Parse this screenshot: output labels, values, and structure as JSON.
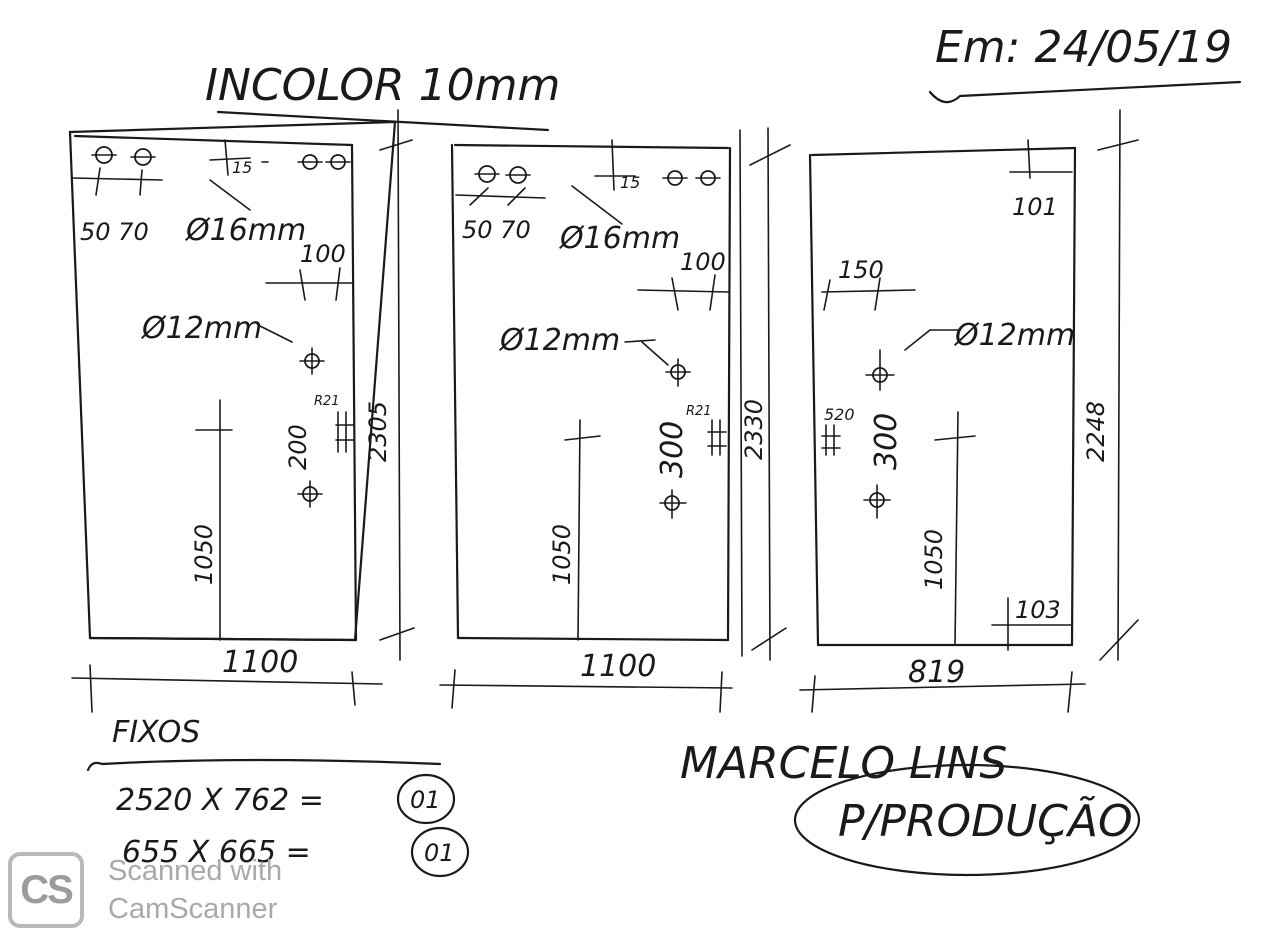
{
  "header": {
    "title": "INCOLOR 10mm",
    "date": "Em: 24/05/19"
  },
  "panels": [
    {
      "id": "left",
      "holes_large": "Ø16mm",
      "holes_small": "Ø12mm",
      "top_offsets": "50 70",
      "top_gap": "15",
      "side_offset": "100",
      "radius": "R21",
      "hole_spacing": "200",
      "handle_height": "1050",
      "height": "2305",
      "width": "1100"
    },
    {
      "id": "middle",
      "holes_large": "Ø16mm",
      "holes_small": "Ø12mm",
      "top_offsets": "50 70",
      "top_gap": "15",
      "side_offset": "100",
      "radius": "R21",
      "hole_spacing": "300",
      "handle_height": "1050",
      "height": "2330",
      "width": "1100"
    },
    {
      "id": "right",
      "holes_small": "Ø12mm",
      "top_offset": "101",
      "side_offset": "150",
      "radius": "520",
      "hole_spacing": "300",
      "handle_height": "1050",
      "bottom_offset": "103",
      "height": "2248",
      "width": "819"
    }
  ],
  "fixed": {
    "label": "FIXOS",
    "items": [
      {
        "dims": "2520 X 762 =",
        "qty": "01"
      },
      {
        "dims": "655 X 665 =",
        "qty": "01"
      }
    ]
  },
  "signature": "MARCELO LINS",
  "stamp": "P/PRODUÇÃO",
  "watermark": {
    "logo": "CS",
    "line1": "Scanned with",
    "line2": "CamScanner"
  },
  "colors": {
    "ink": "#1a1a1a",
    "watermark": "#a9a9a9",
    "blue_ink": "#2f5fb0"
  }
}
